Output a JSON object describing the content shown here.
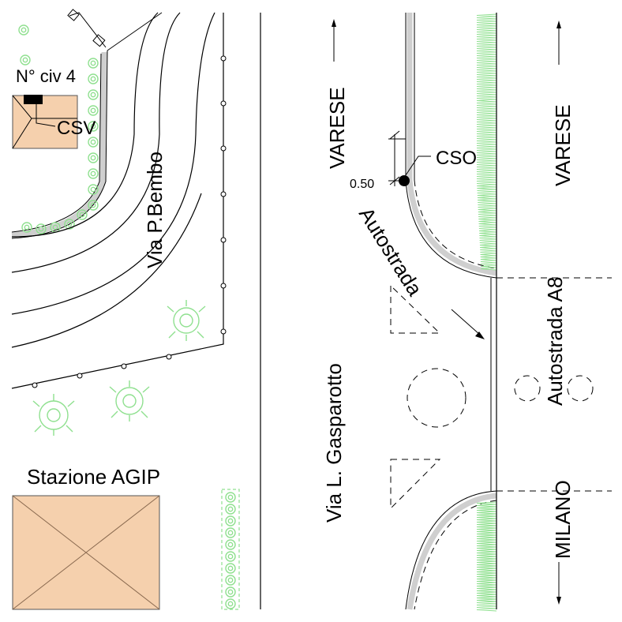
{
  "labels": {
    "house_number": "N° civ 4",
    "csv": "CSV",
    "via_bembo": "Via P.Bembo",
    "stazione_agip": "Stazione AGIP",
    "varese_left": "VARESE",
    "varese_right": "VARESE",
    "cso": "CSO",
    "offset": "0.50",
    "autostrada": "Autostrada",
    "autostrada_a8": "Autostrada A8",
    "via_gasparotto": "Via L. Gasparotto",
    "milano": "MILANO"
  },
  "colors": {
    "building_fill": "#f5d0ad",
    "vegetation": "#8fe08f",
    "curb": "#cfcfcf",
    "line": "#000000"
  },
  "icons": [
    "tree-icon",
    "hedge-icon",
    "north-arrow-icon"
  ]
}
